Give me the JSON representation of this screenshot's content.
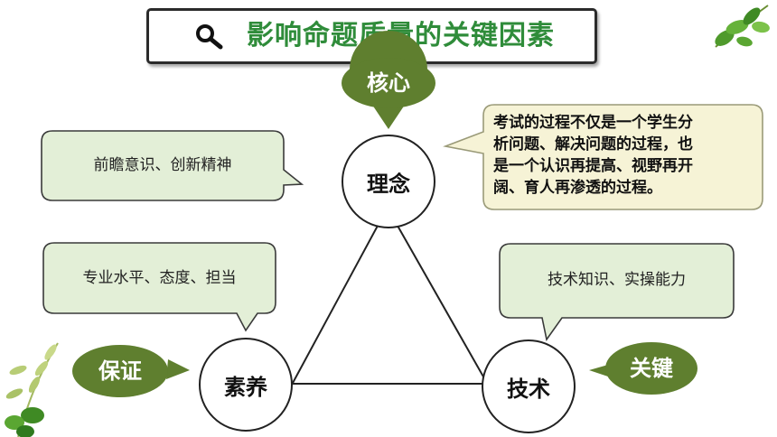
{
  "title": "影响命题质量的关键因素",
  "icons": {
    "search": "search-icon",
    "leaf": "leaf-decoration-icon"
  },
  "colors": {
    "title_green": "#2f8c3a",
    "tag_dark_green": "#5f7f2f",
    "bubble_fill": "#e3efd7",
    "bubble_fill_yellow": "#f6f3d6",
    "bubble_border": "#3a3a3a"
  },
  "diagram": {
    "nodes": {
      "top": "理念",
      "left": "素养",
      "right": "技术"
    },
    "tags": {
      "top": "核心",
      "left": "保证",
      "right": "关键"
    },
    "bubbles": {
      "top_left": "前瞻意识、创新精神",
      "mid_left": "专业水平、态度、担当",
      "mid_right": "技术知识、实操能力",
      "top_right_lines": [
        "考试的过程不仅是一个学生分",
        "析问题、解决问题的过程，也",
        "是一个认识再提高、视野再开",
        "阔、育人再渗透的过程。"
      ]
    }
  }
}
